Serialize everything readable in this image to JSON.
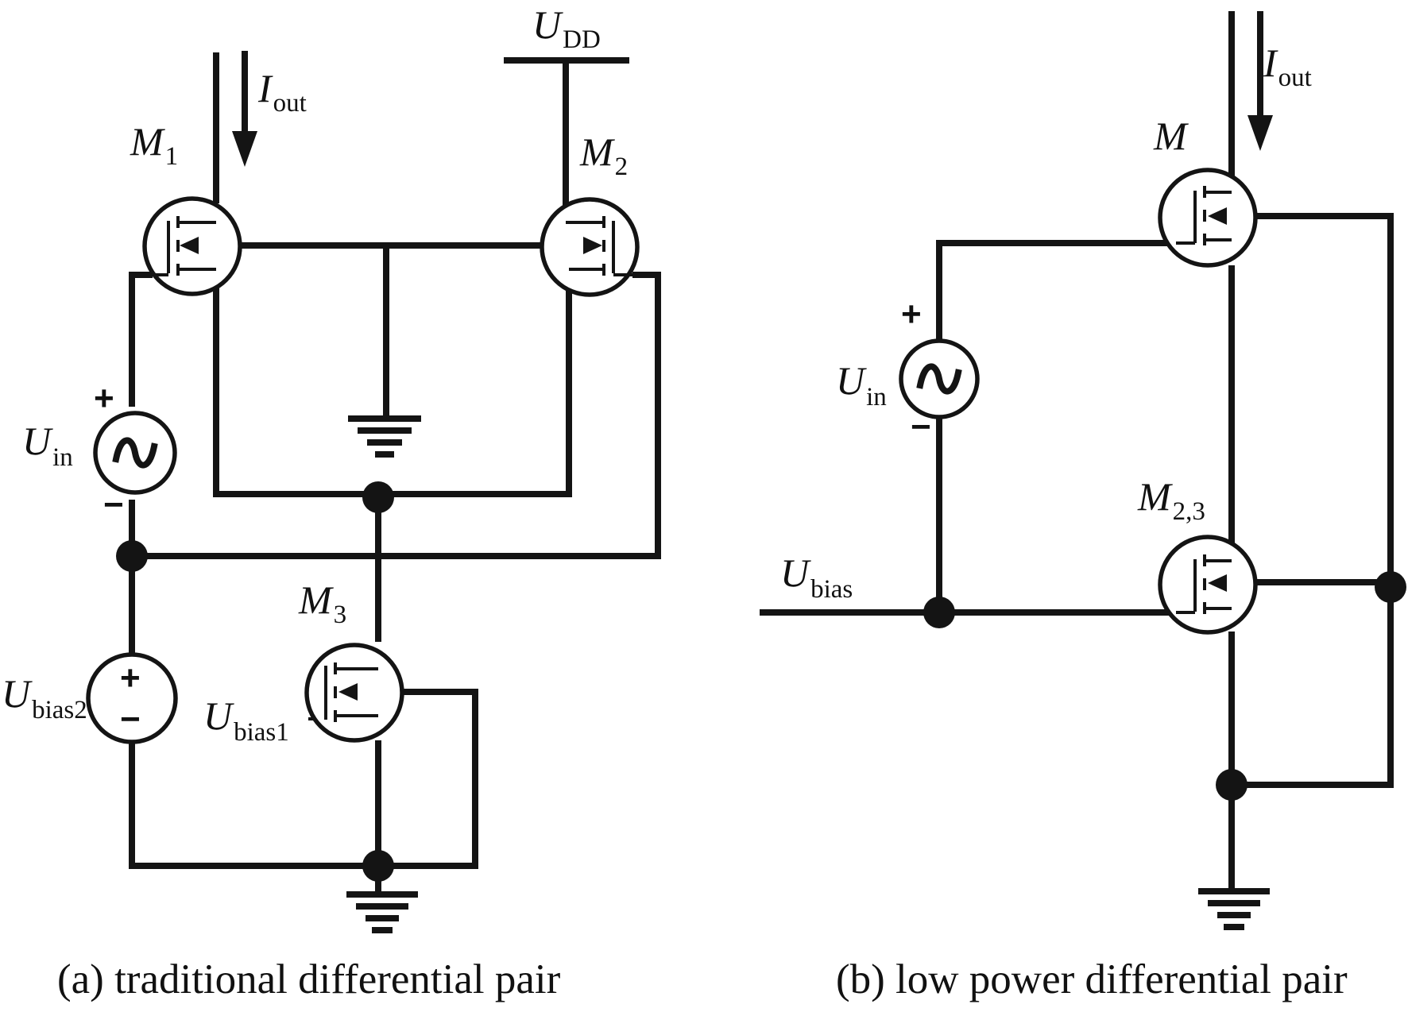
{
  "panel_a": {
    "caption": "(a) traditional differential pair",
    "labels": {
      "i_out": {
        "main": "I",
        "sub": "out"
      },
      "u_dd": {
        "main": "U",
        "sub": "DD"
      },
      "m1": {
        "main": "M",
        "sub": "1"
      },
      "m2": {
        "main": "M",
        "sub": "2"
      },
      "m3": {
        "main": "M",
        "sub": "3"
      },
      "u_in": {
        "main": "U",
        "sub": "in"
      },
      "u_bias2": {
        "main": "U",
        "sub": "bias2"
      },
      "u_bias1": {
        "main": "U",
        "sub": "bias1"
      }
    },
    "signs": {
      "plus": "+",
      "minus": "−"
    }
  },
  "panel_b": {
    "caption": "(b) low power differential pair",
    "labels": {
      "i_out": {
        "main": "I",
        "sub": "out"
      },
      "m": {
        "main": "M",
        "sub": ""
      },
      "m23": {
        "main": "M",
        "sub": "2,3"
      },
      "u_in": {
        "main": "U",
        "sub": "in"
      },
      "u_bias": {
        "main": "U",
        "sub": "bias"
      }
    },
    "signs": {
      "plus": "+",
      "minus": "−"
    }
  }
}
